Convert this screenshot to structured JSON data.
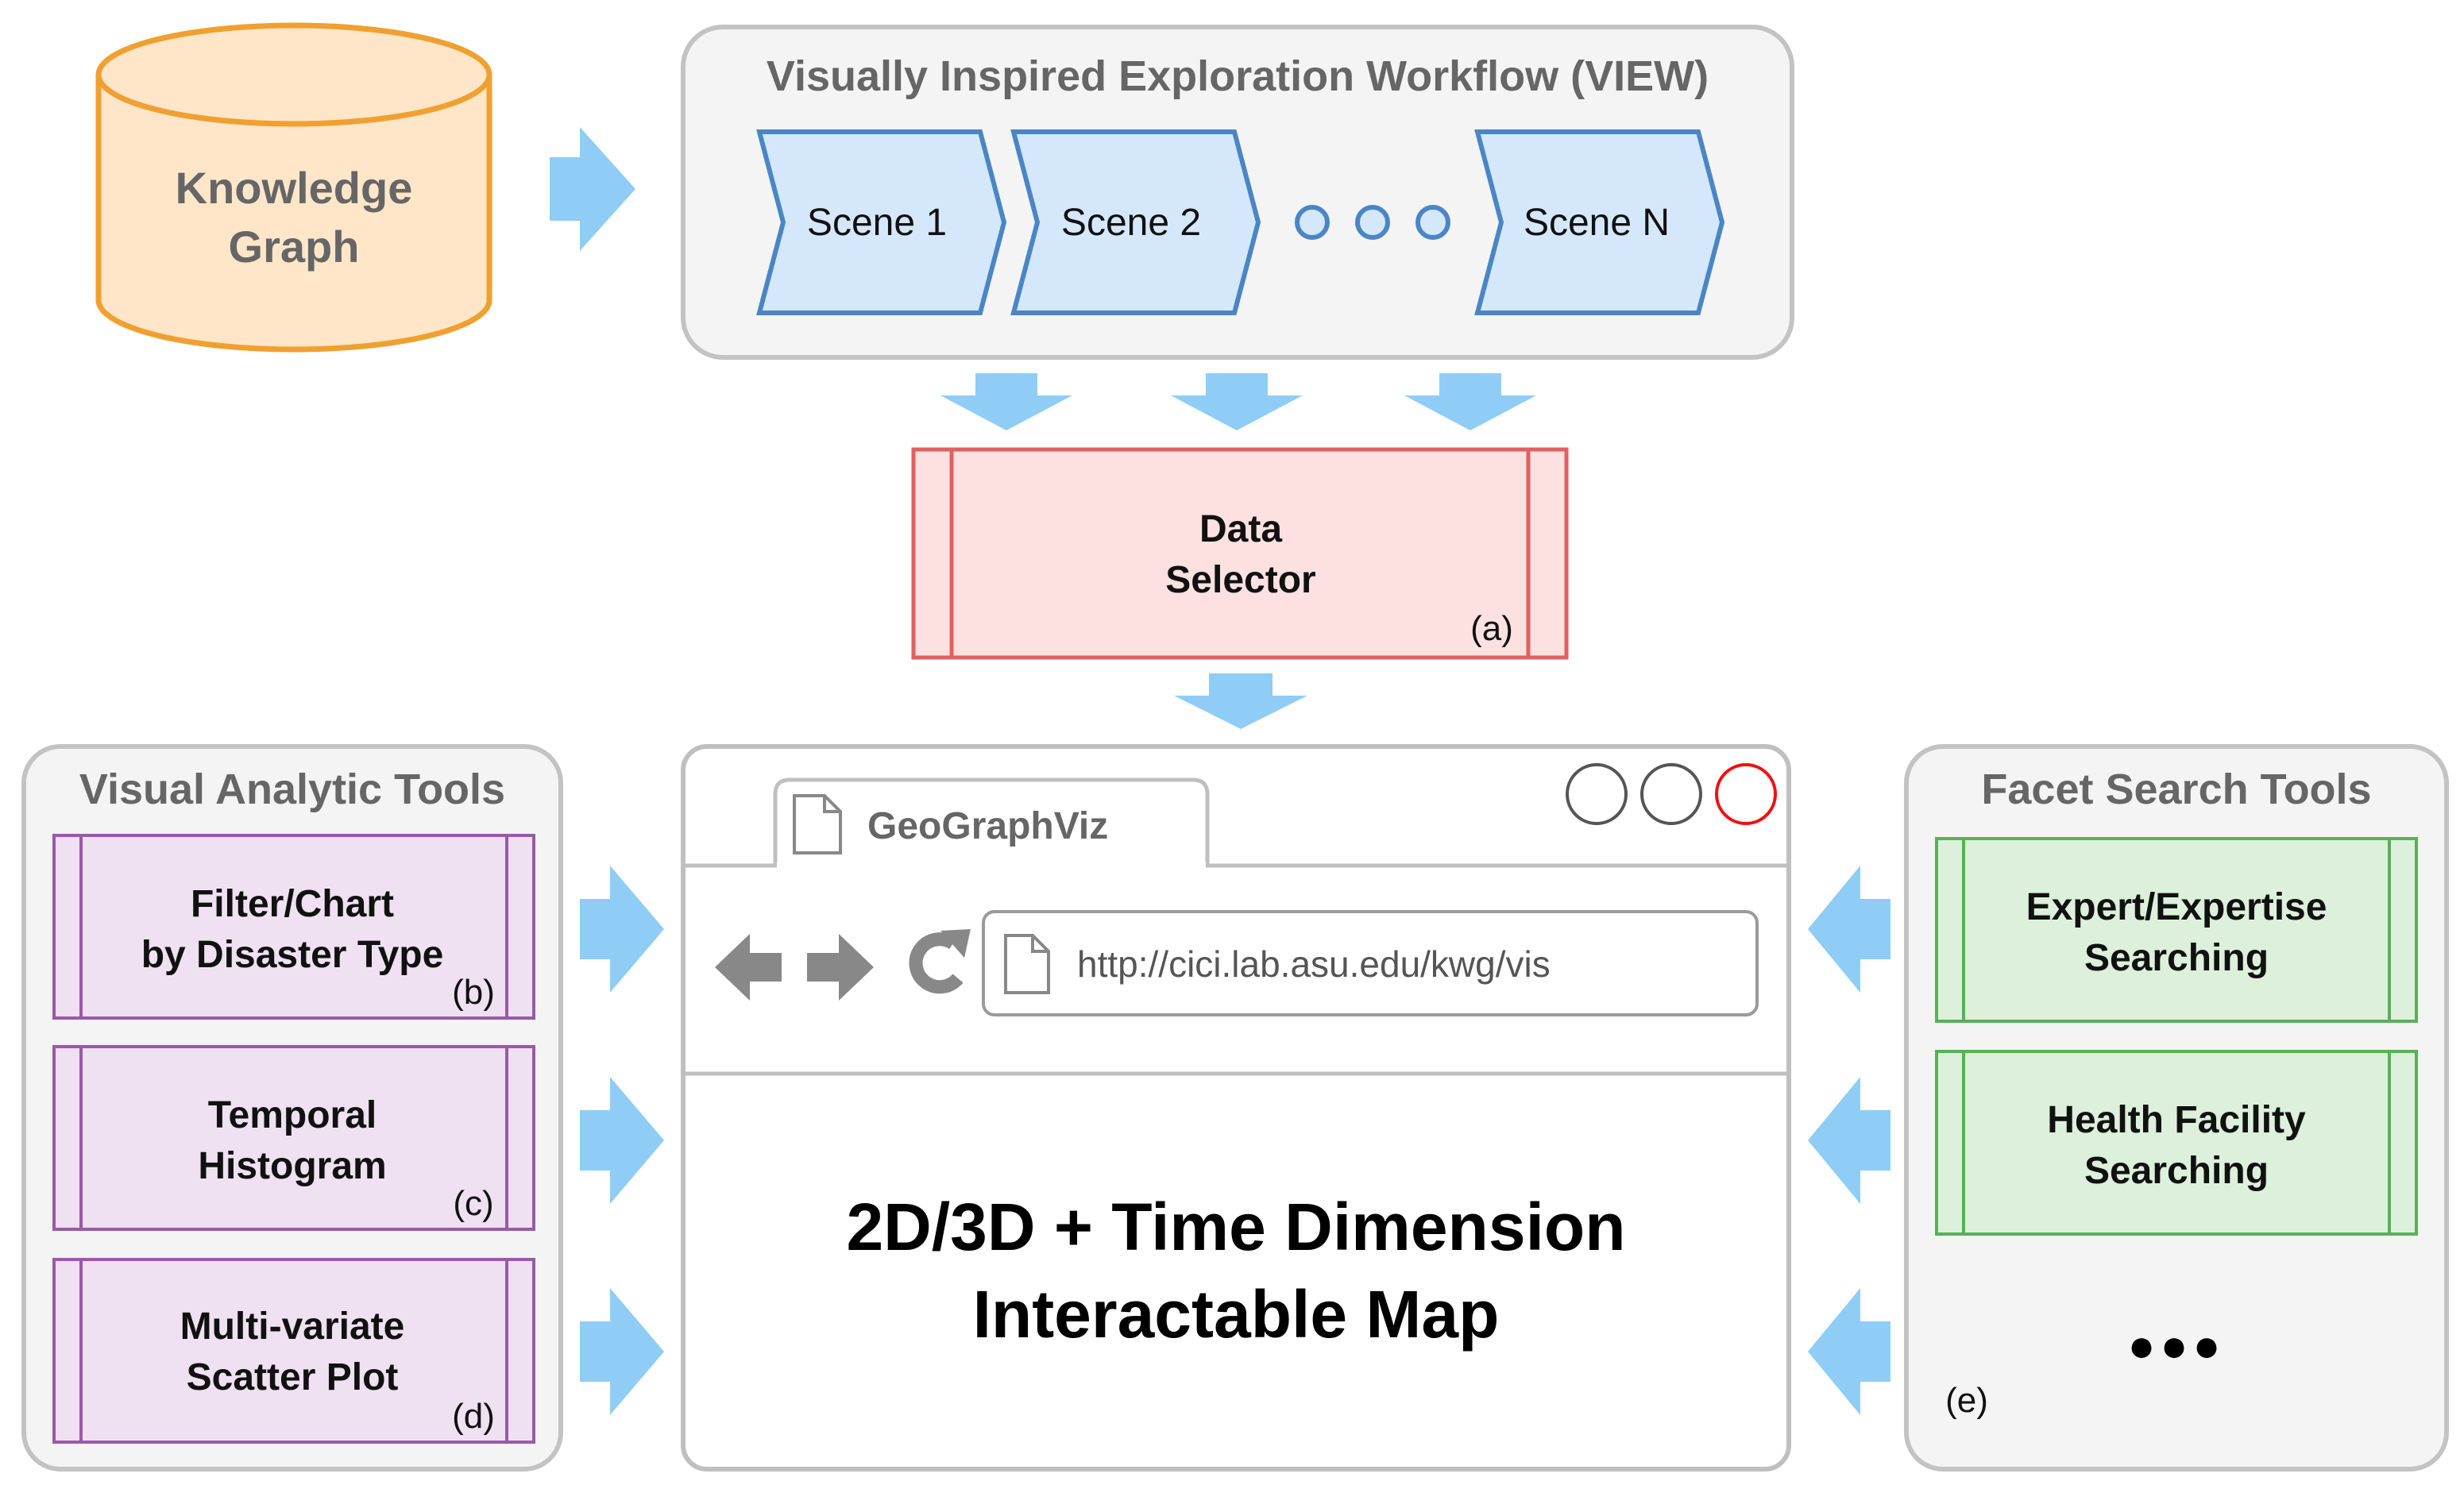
{
  "knowledge_graph": {
    "line1": "Knowledge",
    "line2": "Graph"
  },
  "view": {
    "title": "Visually Inspired Exploration Workflow (VIEW)",
    "scenes": [
      "Scene 1",
      "Scene 2",
      "Scene N"
    ]
  },
  "data_selector": {
    "line1": "Data",
    "line2": "Selector",
    "tag": "(a)"
  },
  "visual_tools": {
    "title": "Visual Analytic Tools",
    "items": [
      {
        "line1": "Filter/Chart",
        "line2": "by Disaster Type",
        "tag": "(b)"
      },
      {
        "line1": "Temporal",
        "line2": "Histogram",
        "tag": "(c)"
      },
      {
        "line1": "Multi-variate",
        "line2": "Scatter Plot",
        "tag": "(d)"
      }
    ]
  },
  "browser": {
    "tab_title": "GeoGraphViz",
    "url": "http://cici.lab.asu.edu/kwg/vis",
    "main_line1": "2D/3D + Time Dimension",
    "main_line2": "Interactable Map"
  },
  "facet_tools": {
    "title": "Facet Search Tools",
    "items": [
      {
        "line1": "Expert/Expertise",
        "line2": "Searching"
      },
      {
        "line1": "Health Facility",
        "line2": "Searching"
      }
    ],
    "ellipsis": "●●●",
    "tag": "(e)"
  },
  "colors": {
    "arrow": "#8fcdf7",
    "kg_fill": "#ffe6c8",
    "kg_stroke": "#f0a030",
    "scene_fill": "#d5e8fb",
    "scene_stroke": "#4a86c5",
    "selector_fill": "#fde1e1",
    "selector_stroke": "#e06060",
    "tool_fill": "#efe0f2",
    "tool_stroke": "#9a5aa8",
    "facet_fill": "#dcf0dc",
    "facet_stroke": "#5ab05a",
    "panel_fill": "#f4f4f4",
    "panel_stroke": "#c3c3c3"
  }
}
